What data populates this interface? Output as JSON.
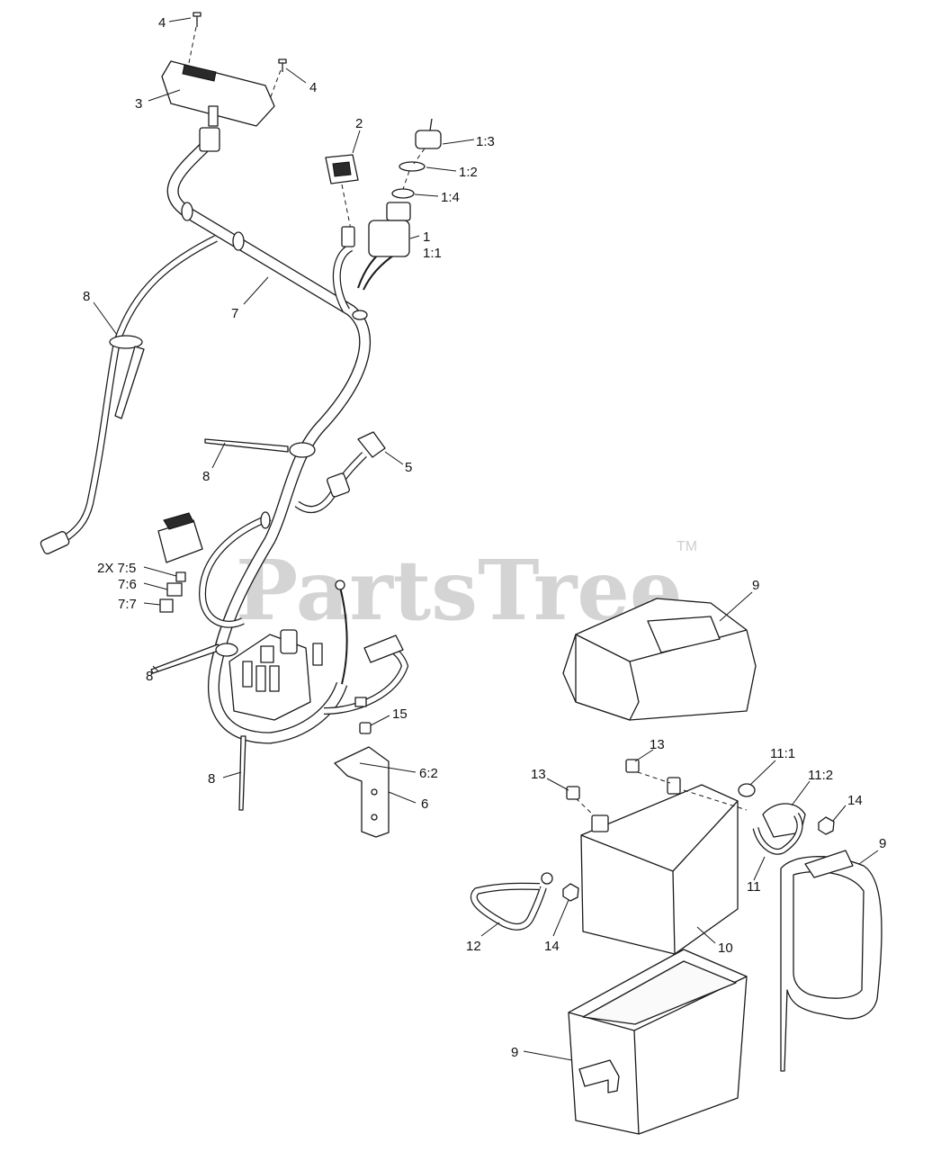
{
  "watermark": {
    "text": "PartsTree",
    "trademark": "TM"
  },
  "callouts": [
    {
      "id": "c-4a",
      "text": "4"
    },
    {
      "id": "c-4b",
      "text": "4"
    },
    {
      "id": "c-3",
      "text": "3"
    },
    {
      "id": "c-2",
      "text": "2"
    },
    {
      "id": "c-1-3",
      "text": "1:3"
    },
    {
      "id": "c-1-2",
      "text": "1:2"
    },
    {
      "id": "c-1-4",
      "text": "1:4"
    },
    {
      "id": "c-1",
      "text": "1"
    },
    {
      "id": "c-1-1",
      "text": "1:1"
    },
    {
      "id": "c-8a",
      "text": "8"
    },
    {
      "id": "c-7",
      "text": "7"
    },
    {
      "id": "c-8b",
      "text": "8"
    },
    {
      "id": "c-5",
      "text": "5"
    },
    {
      "id": "c-7-5",
      "text": "2X 7:5"
    },
    {
      "id": "c-7-6",
      "text": "7:6"
    },
    {
      "id": "c-7-7",
      "text": "7:7"
    },
    {
      "id": "c-8c",
      "text": "8"
    },
    {
      "id": "c-15",
      "text": "15"
    },
    {
      "id": "c-8d",
      "text": "8"
    },
    {
      "id": "c-6-2",
      "text": "6:2"
    },
    {
      "id": "c-6",
      "text": "6"
    },
    {
      "id": "c-9a",
      "text": "9"
    },
    {
      "id": "c-13a",
      "text": "13"
    },
    {
      "id": "c-13b",
      "text": "13"
    },
    {
      "id": "c-11-1",
      "text": "11:1"
    },
    {
      "id": "c-11-2",
      "text": "11:2"
    },
    {
      "id": "c-14a",
      "text": "14"
    },
    {
      "id": "c-9b",
      "text": "9"
    },
    {
      "id": "c-11",
      "text": "11"
    },
    {
      "id": "c-12",
      "text": "12"
    },
    {
      "id": "c-14b",
      "text": "14"
    },
    {
      "id": "c-10",
      "text": "10"
    },
    {
      "id": "c-9c",
      "text": "9"
    }
  ]
}
